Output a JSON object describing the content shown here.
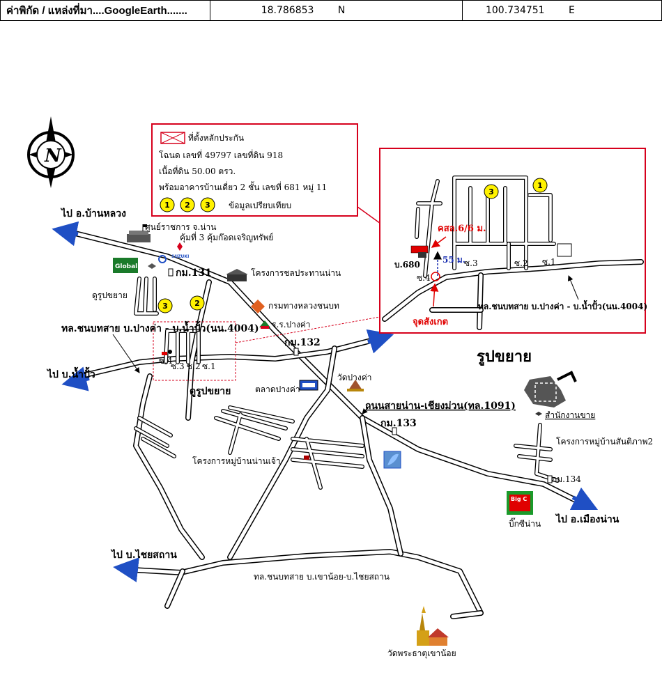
{
  "header": {
    "coord_label": "ค่าพิกัด / แหล่งที่มา....GoogleEarth.......",
    "latitude": "18.786853",
    "lat_dir": "N",
    "longitude": "100.734751",
    "lon_dir": "E"
  },
  "compass": {
    "letter": "N"
  },
  "legend": {
    "collateral_label": "ที่ตั้งหลักประกัน",
    "deed_line": "โฉนด เลขที่ 49797 เลขที่ดิน 918",
    "area_line": "เนื้อที่ดิน 50.00 ตรว.",
    "building_line": "พร้อมอาคารบ้านเดี่ยว 2 ชั้น เลขที่ 681 หมู่ 11",
    "comparables_label": "ข้อมูลเปรียบเทียบ",
    "badges": [
      "1",
      "2",
      "3"
    ]
  },
  "inset": {
    "title": "รูปขยาย",
    "badges": [
      "3",
      "1"
    ],
    "house_no": "บ.680",
    "culvert_label": "คสล.6/6 ม.",
    "distance_label": "55 ม.",
    "start_label": "จุดสังเกต",
    "soi_labels": [
      "ซ.4",
      "ซ.3",
      "ซ.2",
      "ซ.1"
    ],
    "road_label": "ทล.ชนบทสาย บ.ปางค่า - บ.น้ำปั้ว(นน.4004)"
  },
  "map": {
    "to_ban_luang": "ไป อ.บ้านหลวง",
    "gov_center": "ศูนย์ราชการ จ.น่าน",
    "khum3": "คุ้มที่ 3 คุ้มก๊อดเจริญทรัพย์",
    "km131": "กม.131",
    "irrigation": "โครงการชลประทานน่าน",
    "see_zoom_1": "ดูรูปขยาย",
    "rural_roads_dept": "กรมทางหลวงชนบท",
    "school": "ร.ร.ปางค่า",
    "rural_road_label": "ทล.ชนบทสาย บ.ปางค่า - บ.น้ำปั้ว(นน.4004)",
    "to_nam_pua": "ไป บ.น้ำปั้ว",
    "km132": "กม.132",
    "soi_small": [
      "ซ.4",
      "ซ.3",
      "ซ.2",
      "ซ.1"
    ],
    "see_zoom_2": "ดูรูปขยาย",
    "market": "ตลาดปางค่า",
    "temple_pang_kha": "วัดปางค่า",
    "highway": "ถนนสายน่าน-เชียงม่วน(ทล.1091)",
    "km133": "กม.133",
    "nan_chao": "โครงการหมู่บ้านน่านเจ้า",
    "office": "สำนักงานขาย",
    "santiphap": "โครงการหมู่บ้านสันติภาพ2",
    "km134": "กม.134",
    "bigc": "บิ๊กซีน่าน",
    "to_mueang_nan": "ไป อ.เมืองน่าน",
    "to_chai_sathan": "ไป บ.ไชยสถาน",
    "khao_noi_road": "ทล.ชนบทสาย บ.เขาน้อย-บ.ไชยสถาน",
    "temple_khao_noi": "วัดพระธาตุเขาน้อย",
    "logo_global": "Global",
    "logo_suzuki": "SUZUKI",
    "logo_bigc": "Big C"
  },
  "colors": {
    "frame_red": "#d6001c",
    "badge_yellow": "#fff200",
    "arrow_blue": "#1f4fc4",
    "dist_blue": "#1a2fb0"
  }
}
